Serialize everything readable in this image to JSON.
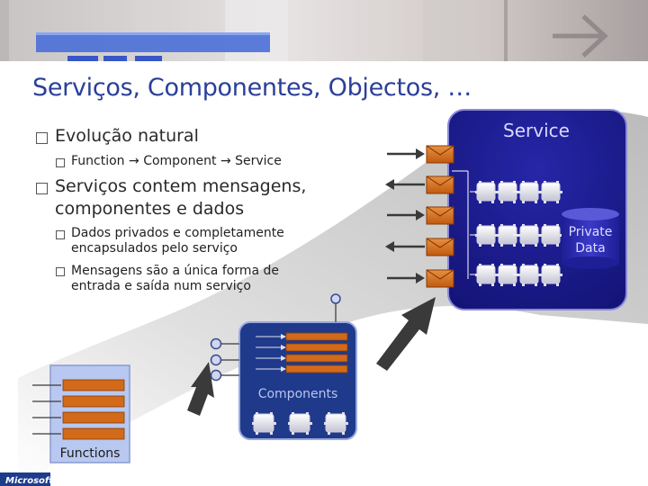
{
  "slide": {
    "title": "Serviços, Componentes, Objectos, …",
    "bullets": [
      {
        "text": "Evolução natural",
        "sub": [
          {
            "parts": [
              "Function",
              "Component",
              "Service"
            ]
          }
        ]
      },
      {
        "text": "Serviços contem mensagens, componentes e dados",
        "sub": [
          {
            "text": "Dados privados e completamente encapsulados pelo serviço"
          },
          {
            "text": "Mensagens são a única forma de entrada e saída num serviço"
          }
        ]
      }
    ]
  },
  "diagram": {
    "service_label": "Service",
    "private_data_label": [
      "Private",
      "Data"
    ],
    "components_label": "Components",
    "functions_label": "Functions",
    "colors": {
      "service_bg": "#1a1a8c",
      "service_border": "#8a8ad8",
      "accent_orange": "#d26a1a",
      "component_bg": "#1f3a8a",
      "function_bg": "#b8c8f0",
      "arrow_dark": "#3a3a3a",
      "title": "#2a3f9a"
    },
    "icons": [
      "envelope-icon",
      "arrow-right-icon",
      "checkbox-bullet-icon"
    ]
  },
  "footer": {
    "logo_text": "Microsoft"
  }
}
